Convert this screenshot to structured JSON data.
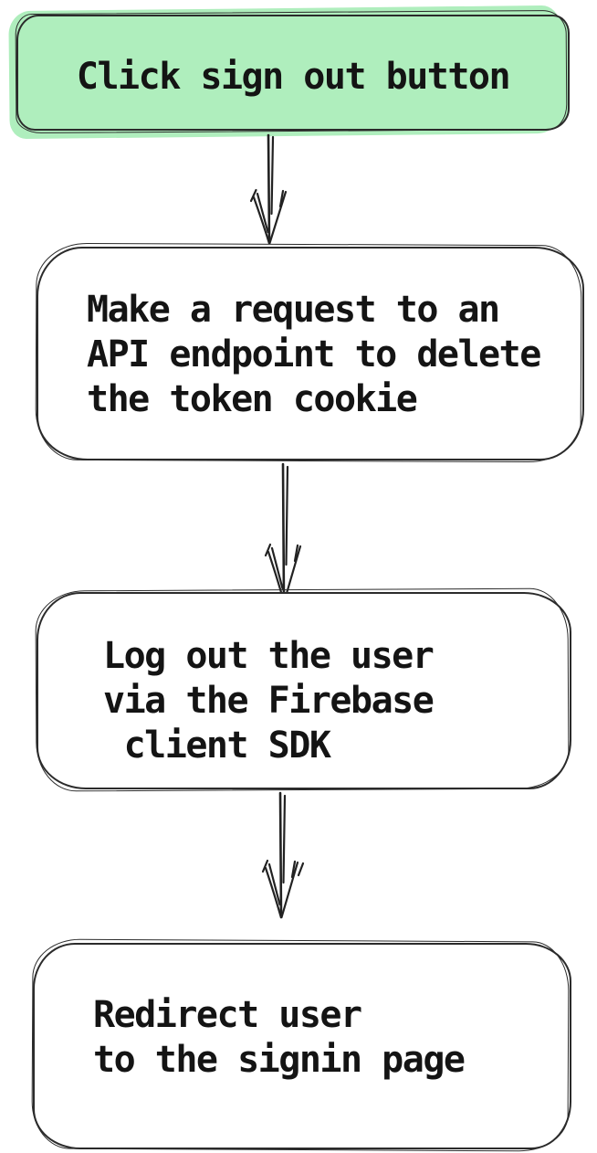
{
  "diagram": {
    "type": "flowchart",
    "direction": "top-down",
    "style": "hand-drawn-sketch",
    "stroke_color": "#2b2b2b",
    "text_color": "#141414",
    "background_color": "#ffffff",
    "highlight_fill": "#afeebd",
    "nodes": [
      {
        "id": "click-sign-out",
        "fill": "#afeebd",
        "highlighted": true,
        "lines": [
          "Click sign out button"
        ]
      },
      {
        "id": "delete-token-cookie",
        "fill": "#ffffff",
        "highlighted": false,
        "lines": [
          "Make a request to an",
          "API endpoint to delete",
          "the token cookie"
        ]
      },
      {
        "id": "firebase-logout",
        "fill": "#ffffff",
        "highlighted": false,
        "lines": [
          "Log out the user",
          "via the Firebase",
          " client SDK"
        ]
      },
      {
        "id": "redirect-signin",
        "fill": "#ffffff",
        "highlighted": false,
        "lines": [
          "Redirect user",
          "to the signin page"
        ]
      }
    ],
    "edges": [
      {
        "from": "click-sign-out",
        "to": "delete-token-cookie",
        "icon": "arrow-down"
      },
      {
        "from": "delete-token-cookie",
        "to": "firebase-logout",
        "icon": "arrow-down"
      },
      {
        "from": "firebase-logout",
        "to": "redirect-signin",
        "icon": "arrow-down"
      }
    ]
  }
}
